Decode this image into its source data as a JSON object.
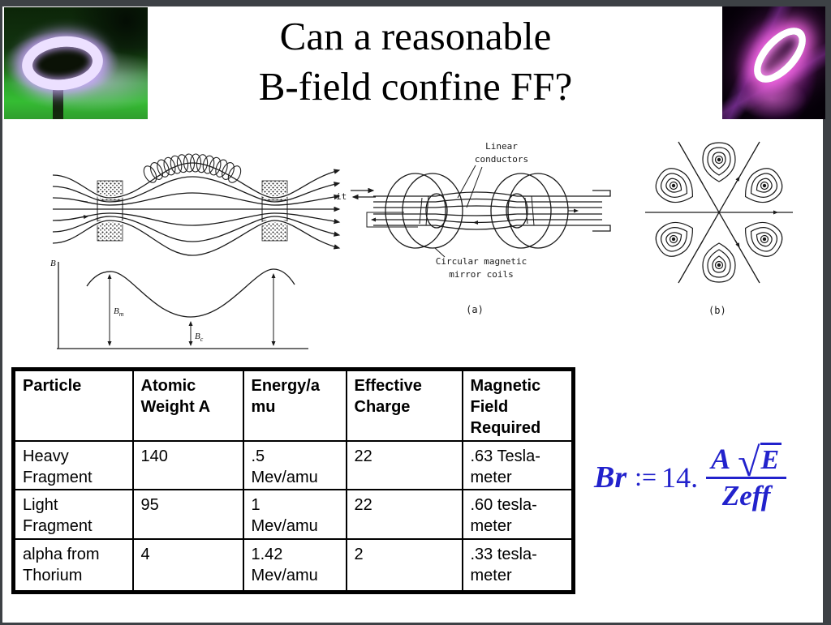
{
  "window": {
    "frame_color": "#3d4145"
  },
  "title": {
    "line1": "Can a reasonable",
    "line2": "B-field confine FF?"
  },
  "figures": {
    "mirror": {
      "axis_label": "B",
      "peak_label_base": "B",
      "peak_label_sub": "m",
      "valley_label_base": "B",
      "valley_label_sub": "c",
      "current_label": "it"
    },
    "coils": {
      "conductor_label_line1": "Linear",
      "conductor_label_line2": "conductors",
      "coil_label_line1": "Circular magnetic",
      "coil_label_line2": "mirror coils",
      "caption": "(a)"
    },
    "cusp": {
      "caption": "(b)"
    }
  },
  "table": {
    "headers": [
      "Particle",
      "Atomic\nWeight A",
      "Energy/a\nmu",
      "Effective\nCharge",
      "Magnetic\nField\nRequired"
    ],
    "rows": [
      [
        "Heavy\nFragment",
        "140",
        ".5\nMev/amu",
        "22",
        ".63 Tesla-\nmeter"
      ],
      [
        "Light\nFragment",
        "95",
        "1\nMev/amu",
        "22",
        ".60 tesla-\nmeter"
      ],
      [
        "alpha from\nThorium",
        "4",
        "1.42\nMev/amu",
        "2",
        ".33 tesla-\nmeter"
      ]
    ]
  },
  "formula": {
    "lhs": "Br",
    "assign": ":=",
    "coefficient": "14.",
    "numerator_factor": "A",
    "radical": "√",
    "radicand": "E",
    "denominator": "Zeff",
    "color": "#2222cc"
  }
}
